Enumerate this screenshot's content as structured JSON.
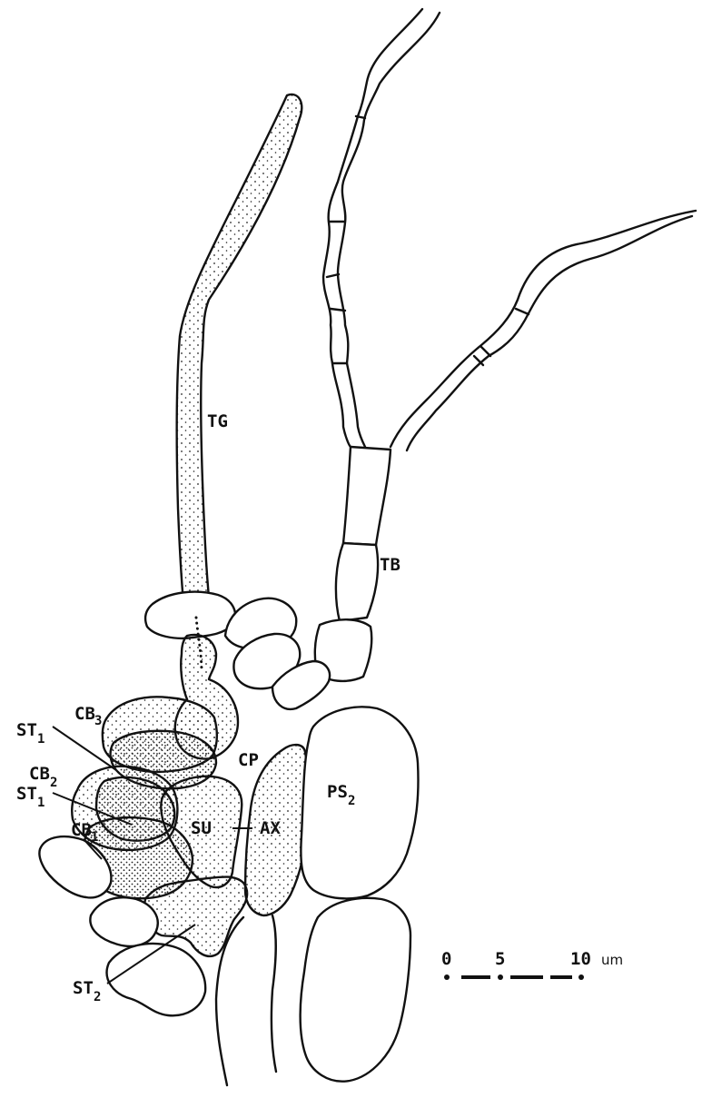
{
  "labels": {
    "tg": "TG",
    "tb": "TB",
    "cp": "CP",
    "su": "SU",
    "ax": "AX",
    "ps": "PS",
    "ps_sub": "2",
    "cb3": "CB",
    "cb3_sub": "3",
    "cb2": "CB",
    "cb2_sub": "2",
    "cb1": "CB",
    "cb1_sub": "1",
    "st1a": "ST",
    "st1a_sub": "1",
    "st1b": "ST",
    "st1b_sub": "1",
    "st2": "ST",
    "st2_sub": "2"
  },
  "scale_bar": {
    "ticks": [
      "0",
      "5",
      "10"
    ],
    "unit": "um"
  }
}
